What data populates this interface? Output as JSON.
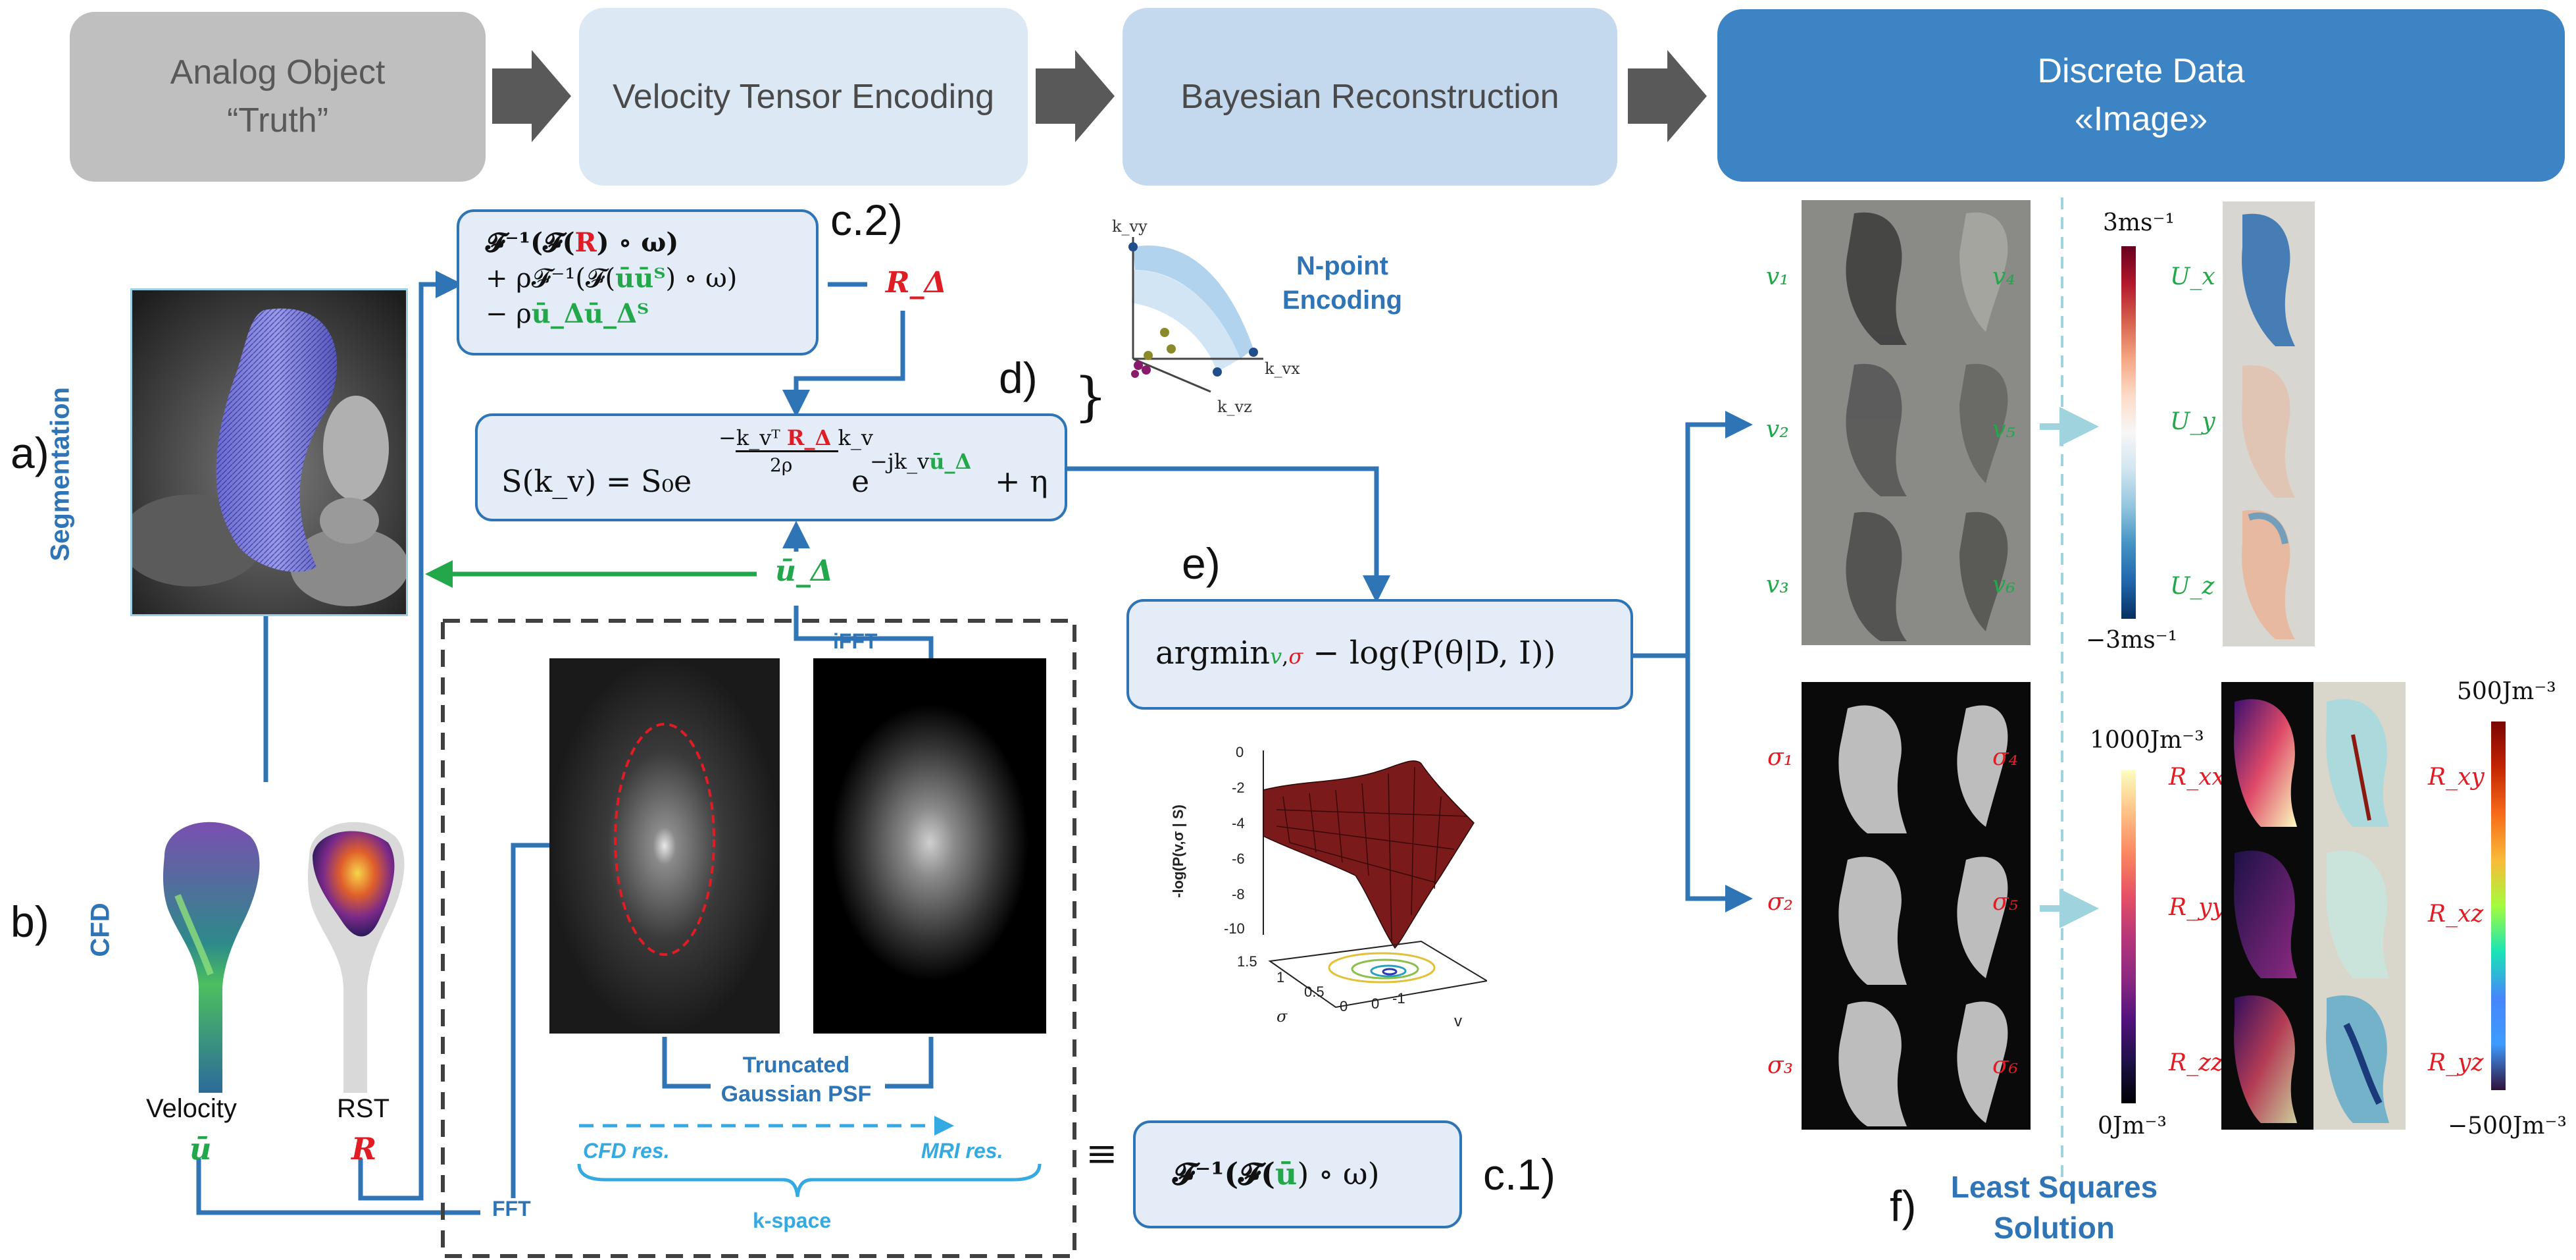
{
  "pipeline": {
    "stages": [
      {
        "line1": "Analog Object",
        "line2": "“Truth”"
      },
      {
        "line1": "Velocity Tensor Encoding"
      },
      {
        "line1": "Bayesian Reconstruction"
      },
      {
        "line1": "Discrete Data",
        "line2": "«Image»"
      }
    ]
  },
  "panel_labels": {
    "a": "a)",
    "b": "b)",
    "c1": "c.1)",
    "c2": "c.2)",
    "d": "d)",
    "e": "e)",
    "f": "f)"
  },
  "left": {
    "segmentation_label": "Segmentation",
    "cfd_label": "CFD",
    "velocity_label": "Velocity",
    "velocity_symbol": "ū",
    "rst_label": "RST",
    "rst_symbol": "R"
  },
  "equations": {
    "c2": {
      "line1": [
        "𝓕⁻¹(𝓕(",
        "R",
        ") ∘ ω)"
      ],
      "line2": [
        "+ ρ𝓕⁻¹(𝓕(",
        "ūūᵀ",
        ") ∘ ω)"
      ],
      "line3": [
        "− ρ",
        "ū_Δū_Δᵀ"
      ],
      "output": "R_Δ"
    },
    "signal": {
      "lhs": "S(k_v) = S₀e",
      "exp1_num": [
        "k_vᵀ ",
        "R_Δ",
        " k_v"
      ],
      "exp1_den": "2ρ",
      "mid": "e",
      "exp2": [
        "−jk_v",
        "ū_Δ"
      ],
      "tail": "+ η"
    },
    "u_delta": "ū_Δ",
    "argmin": {
      "prefix": "argmin",
      "sub_v": "v",
      "sub_sep": ",",
      "sub_sigma": "σ",
      "body": " − log(P(θ|D, I))"
    },
    "c1": {
      "prefix": "𝓕⁻¹(𝓕(",
      "sym": "ū",
      "suffix": ") ∘ ω)"
    },
    "equiv": "≡"
  },
  "encoding": {
    "title_line1": "N-point",
    "title_line2": "Encoding",
    "axes": [
      "k_vy",
      "k_vx",
      "k_vz"
    ]
  },
  "kspace": {
    "ifft": "iFFT",
    "fft": "FFT",
    "psf_line1": "Truncated",
    "psf_line2": "Gaussian PSF",
    "cfd_res": "CFD res.",
    "mri_res": "MRI res.",
    "kspace": "k-space"
  },
  "surface_plot": {
    "zlabel": "-log(P(v,σ | S)",
    "z_ticks": [
      "0",
      "-2",
      "-4",
      "-6",
      "-8",
      "-10"
    ],
    "sigma_ticks": [
      "1.5",
      "1",
      "0.5",
      "0"
    ],
    "v_ticks": [
      "0",
      "-1"
    ],
    "sigma_label": "σ",
    "v_label": "v"
  },
  "results": {
    "velocity_vars_left": [
      "v₁",
      "v₂",
      "v₃"
    ],
    "velocity_vars_right": [
      "v₄",
      "v₅",
      "v₆"
    ],
    "sigma_vars_left": [
      "σ₁",
      "σ₂",
      "σ₃"
    ],
    "sigma_vars_right": [
      "σ₄",
      "σ₅",
      "σ₆"
    ],
    "velocity_cb_top": "3ms⁻¹",
    "velocity_cb_bottom": "−3ms⁻¹",
    "U_labels": [
      "U_x",
      "U_y",
      "U_z"
    ],
    "energy_cb_top": "1000Jm⁻³",
    "energy_cb_bottom": "0Jm⁻³",
    "R_diag_labels": [
      "R_xx",
      "R_yy",
      "R_zz"
    ],
    "R_off_labels": [
      "R_xy",
      "R_xz",
      "R_yz"
    ],
    "stress_cb_top": "500Jm⁻³",
    "stress_cb_bottom": "−500Jm⁻³",
    "least_squares_line1": "Least Squares",
    "least_squares_line2": "Solution"
  },
  "colors": {
    "accent_blue": "#2f75b5",
    "arrow_green": "#22a74b",
    "red": "#e01c24",
    "light_blue": "#35a9e1"
  }
}
